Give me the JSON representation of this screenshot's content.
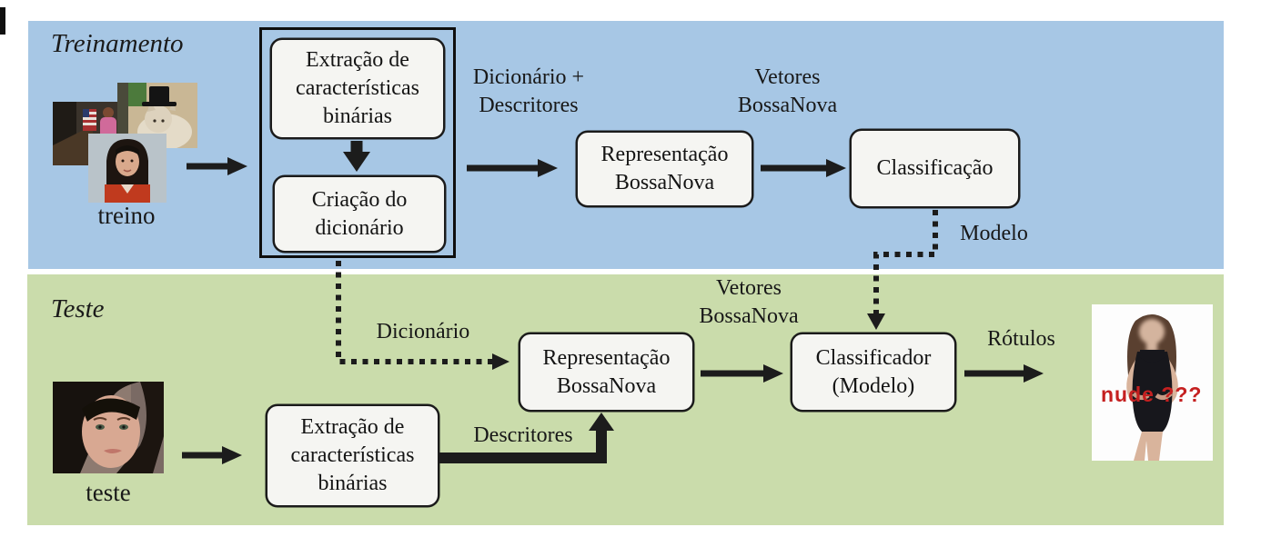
{
  "colors": {
    "panel_training_bg": "#a7c7e5",
    "panel_test_bg": "#cadcab",
    "box_fill": "#f5f5f2",
    "box_border": "#1b1b1b",
    "arrow_color": "#1c1c1c",
    "output_text_color": "#c52020"
  },
  "training": {
    "title": "Treinamento",
    "input_caption": "treino",
    "boxes": {
      "extracao": "Extração de\ncaracterísticas\nbinárias",
      "criacao": "Criação do\ndicionário",
      "representacao": "Representação\nBossaNova",
      "classificacao": "Classificação"
    },
    "labels": {
      "dicionario_descritores": "Dicionário +\nDescritores",
      "vetores_bossanova": "Vetores\nBossaNova",
      "modelo": "Modelo"
    }
  },
  "test": {
    "title": "Teste",
    "input_caption": "teste",
    "boxes": {
      "extracao": "Extração de\ncaracterísticas\nbinárias",
      "representacao": "Representação\nBossaNova",
      "classificador": "Classificador\n(Modelo)"
    },
    "labels": {
      "dicionario": "Dicionário",
      "descritores": "Descritores",
      "vetores_bossanova": "Vetores\nBossaNova",
      "rotulos": "Rótulos"
    },
    "output_label": "nude ???"
  }
}
